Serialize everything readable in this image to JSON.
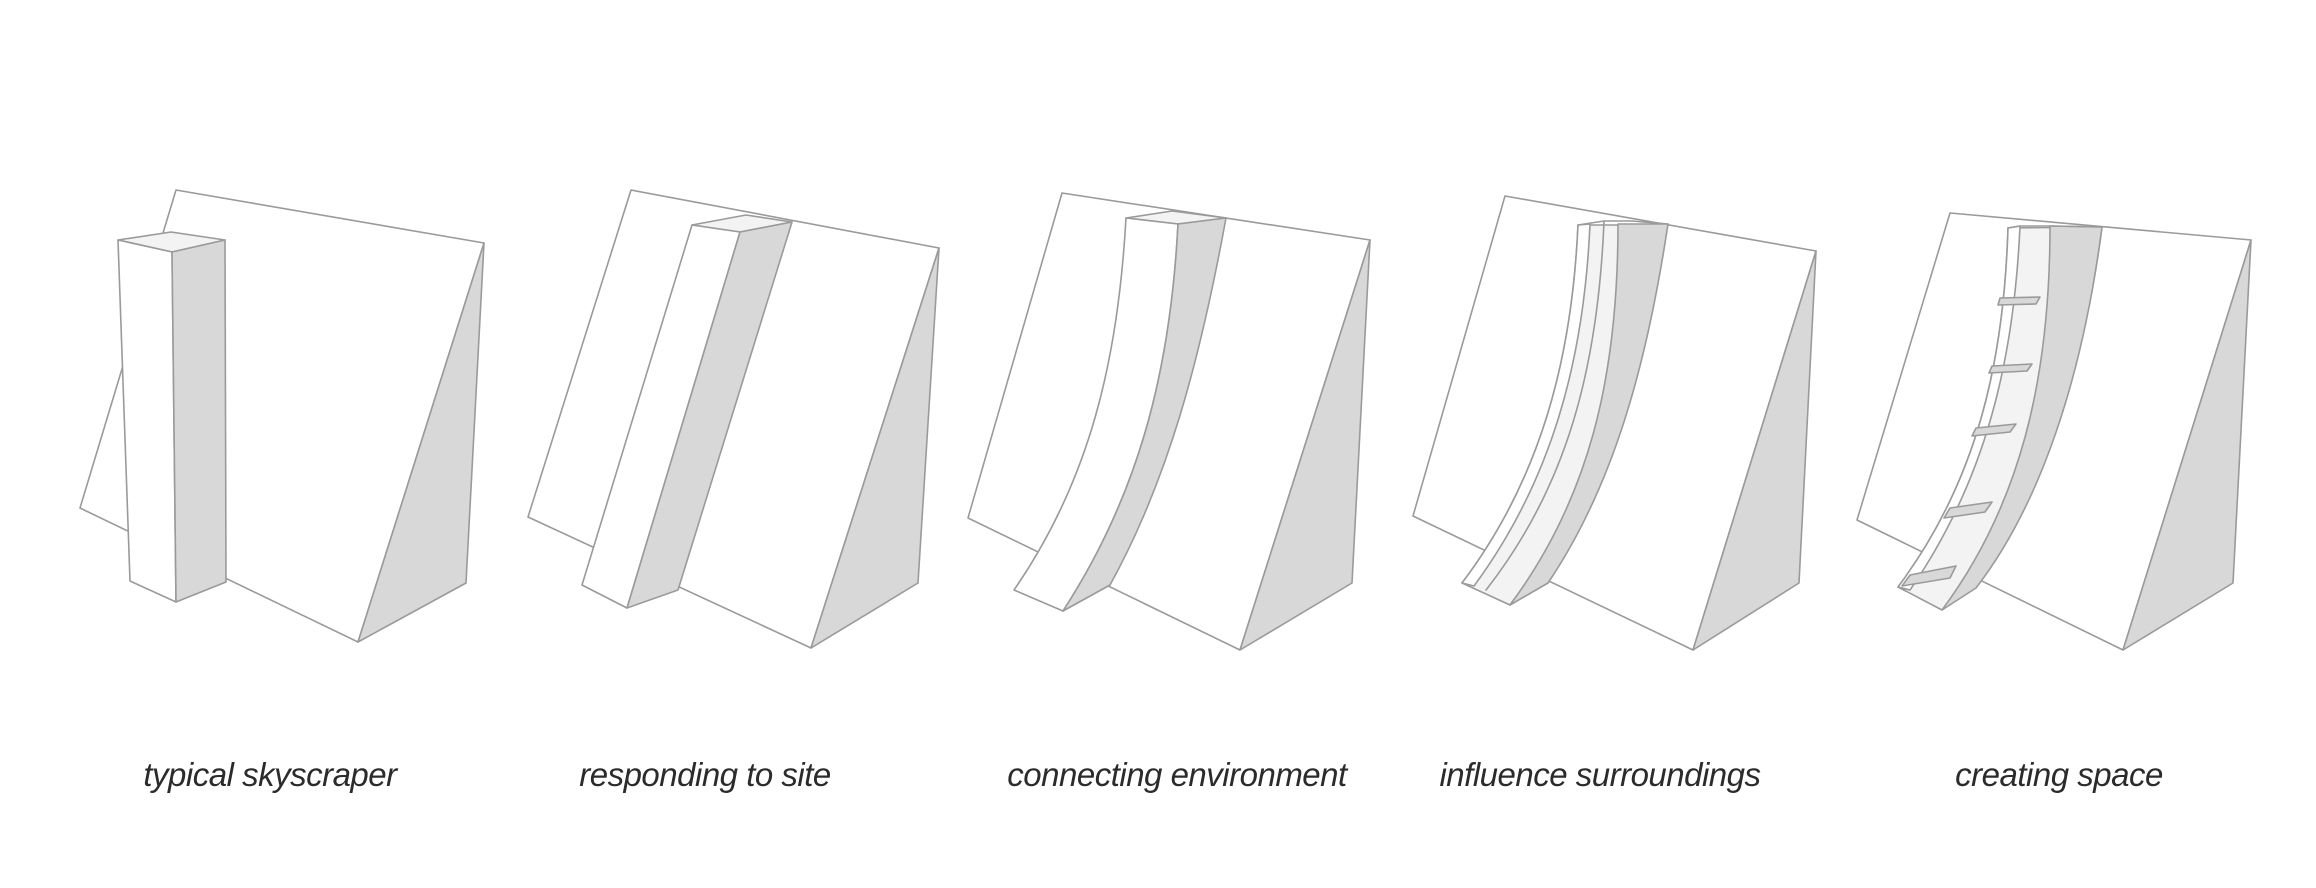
{
  "diagram": {
    "steps": [
      {
        "label": "typical skyscraper"
      },
      {
        "label": "responding to site"
      },
      {
        "label": "connecting environment"
      },
      {
        "label": "influence surroundings"
      },
      {
        "label": "creating space"
      }
    ],
    "colors": {
      "face_light": "#ffffff",
      "face_shaded": "#d8d8d8",
      "face_inner": "#f3f3f3",
      "outline": "#9a9a9a",
      "text": "#2b2b2b",
      "background": "#ffffff"
    }
  }
}
